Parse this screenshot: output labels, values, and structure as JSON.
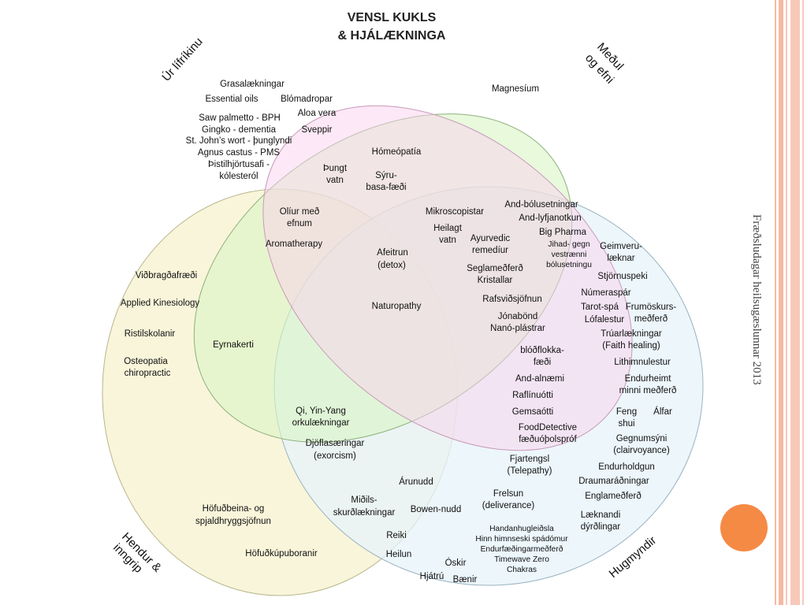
{
  "slide": {
    "title_line1": "VENSL KUKLS",
    "title_line2": "& HJÁLÆKNINGA",
    "side_text": "Fræðsludagar heilsugæslunnar 2013",
    "colors": {
      "set_a": "#d8f5c4",
      "set_b": "#f9d2ee",
      "set_c": "#e6f3f9",
      "set_d": "#f6f0c6",
      "accent_circle": "#f58a45",
      "right_bars": "#f7b8a3"
    }
  },
  "sets": {
    "a": "Úr lífríkinu",
    "b_line1": "Meðul",
    "b_line2": "og efni",
    "c": "Hugmyndir",
    "d_line1": "Hendur &",
    "d_line2": "inngrip"
  },
  "items": {
    "grasa": "Grasalækningar",
    "essential": "Essential oils",
    "blomadropar": "Blómadropar",
    "aloa": "Aloa vera",
    "saw": "Saw palmetto - BPH",
    "gingko": "Gingko - dementia",
    "stjohns": "St. John’s wort - þunglyndi",
    "agnus": "Agnus castus - PMS",
    "thistil1": "Þistilhjörtusafi -",
    "thistil2": "kólesteról",
    "sveppir": "Sveppir",
    "magnesium": "Magnesíum",
    "homeo": "Hómeópatía",
    "thungt1": "Þungt",
    "thungt2": "vatn",
    "syru1": "Sýru-",
    "syru2": "basa-fæði",
    "olifur1": "Olíur með",
    "olifur2": "efnum",
    "aroma": "Aromatherapy",
    "mikro": "Mikroscopistar",
    "heilagt1": "Heilagt",
    "heilagt2": "vatn",
    "ayur1": "Ayurvedic",
    "ayur2": "remedíur",
    "andbol": "And-bólusetningar",
    "andlyf": "And-lyfjanotkun",
    "bigpharma": "Big Pharma",
    "jihad1": "Jihad- gegn",
    "jihad2": "vestrænni",
    "jihad3": "bólusetningu",
    "afeitrun1": "Afeitrun",
    "afeitrun2": "(detox)",
    "seglame": "Seglameðferð",
    "kristallar": "Kristallar",
    "rafsvid": "Rafsviðsjöfnun",
    "jonabond": "Jónabönd",
    "nano": "Nanó-plástrar",
    "naturo": "Naturopathy",
    "geimveru1": "Geimveru-",
    "geimveru2": "læknar",
    "stjornu": "Stjörnuspeki",
    "numera": "Númeraspár",
    "tarot": "Tarot-spá",
    "lofa": "Lófalestur",
    "frumosk1": "Frumöskurs-",
    "frumosk2": "meðferð",
    "truar1": "Trúarlækningar",
    "truar2": "(Faith healing)",
    "lithim": "Lithimnulestur",
    "endurheimt1": "Endurheimt",
    "endurheimt2": "minni meðferð",
    "feng1": "Feng",
    "feng2": "shui",
    "alfar": "Álfar",
    "gegnum1": "Gegnumsýni",
    "gegnum2": "(clairvoyance)",
    "endurhold": "Endurholdgun",
    "drauma": "Draumaráðningar",
    "engla": "Englameðferð",
    "laeknandi1": "Læknandi",
    "laeknandi2": "dýrðlingar",
    "vidbragd": "Viðbragðafræði",
    "applied": "Applied Kinesiology",
    "ristil": "Ristilskolanir",
    "osteo1": "Osteopatia",
    "osteo2": "chiropractic",
    "eyrna": "Eyrnakerti",
    "blodflokka1": "blóðflokka-",
    "blodflokka2": "fæði",
    "andalnaemi": "And-alnæmi",
    "rafl": "Raflínuótti",
    "gemsa": "Gemsaótti",
    "food1": "FoodDetective",
    "food2": "fæðuóþolspróf",
    "fjar1": "Fjartengsl",
    "fjar2": "(Telepathy)",
    "qi1": "Qi, Yin-Yang",
    "qi2": "orkulækningar",
    "djofla1": "Djöflasæringar",
    "djofla2": "(exorcism)",
    "arunudd": "Árunudd",
    "midils1": "Miðils-",
    "midils2": "skurðlækningar",
    "bowen": "Bowen-nudd",
    "frelsun1": "Frelsun",
    "frelsun2": "(deliverance)",
    "handan": "Handanhugleiðsla",
    "hinn": "Hinn himnseski spádómur",
    "endurfaed": "Endurfæðingarmeðferð",
    "timewave": "Timewave Zero",
    "chakras": "Chakras",
    "hofud1": "Höfuðbeina- og",
    "hofud2": "spjaldhryggsjöfnun",
    "hofudkupu": "Höfuðkúpuboranir",
    "reiki": "Reiki",
    "heilun": "Heilun",
    "oskir": "Óskir",
    "hjatru": "Hjátrú",
    "baenir": "Bænir"
  }
}
